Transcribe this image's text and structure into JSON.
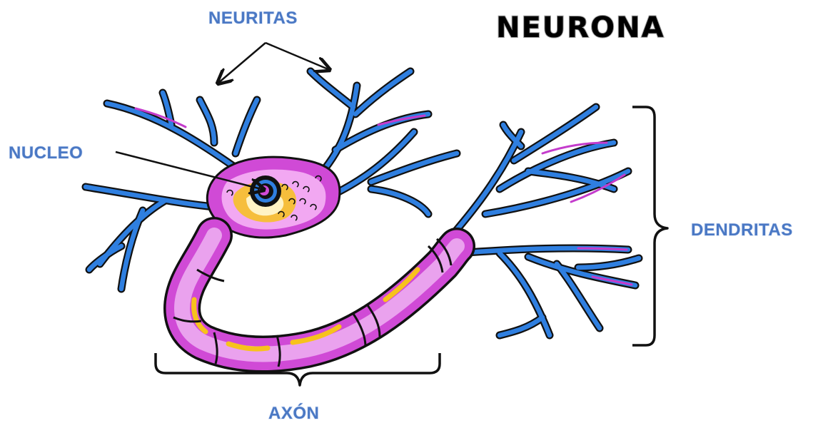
{
  "title": "NEURONA",
  "labels": {
    "neuritas": "NEURITAS",
    "nucleo": "NUCLEO",
    "dendritas": "DENDRITAS",
    "axon": "AXÓN"
  },
  "colors": {
    "dendrite_blue": "#2f7fe0",
    "outline": "#111111",
    "soma_magenta": "#d04ad6",
    "soma_light": "#f2a8f2",
    "yellow_core": "#f7c21c",
    "label_blue": "#4a78c4"
  }
}
